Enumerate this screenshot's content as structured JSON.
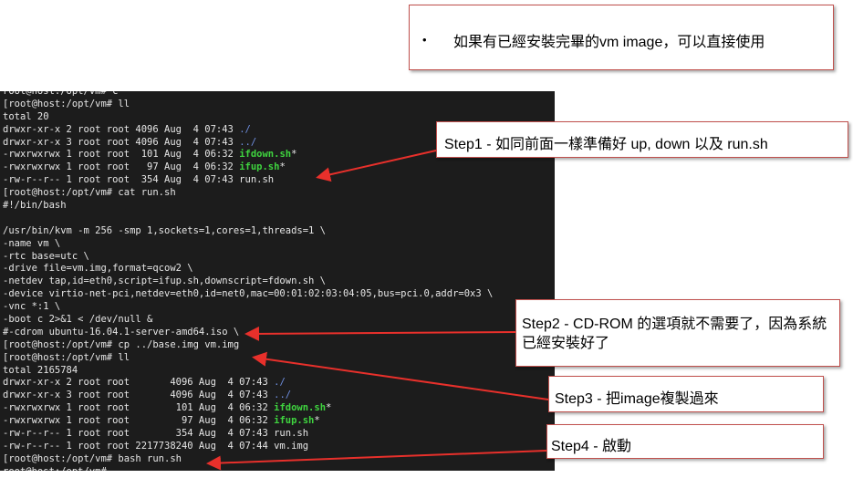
{
  "note": {
    "bullet": "•",
    "text": "如果有已經安裝完畢的vm image，可以直接使用"
  },
  "terminal": {
    "lines": [
      [
        {
          "t": "root@host:/opt/vm# c",
          "c": "plain"
        }
      ],
      [
        {
          "t": "[root@host:/opt/vm# ll",
          "c": "plain"
        }
      ],
      [
        {
          "t": "total 20",
          "c": "plain"
        }
      ],
      [
        {
          "t": "drwxr-xr-x 2 root root 4096 Aug  4 07:43 ",
          "c": "plain"
        },
        {
          "t": "./",
          "c": "dir"
        }
      ],
      [
        {
          "t": "drwxr-xr-x 3 root root 4096 Aug  4 07:43 ",
          "c": "plain"
        },
        {
          "t": "../",
          "c": "dir"
        }
      ],
      [
        {
          "t": "-rwxrwxrwx 1 root root  101 Aug  4 06:32 ",
          "c": "plain"
        },
        {
          "t": "ifdown.sh",
          "c": "exec"
        },
        {
          "t": "*",
          "c": "plain"
        }
      ],
      [
        {
          "t": "-rwxrwxrwx 1 root root   97 Aug  4 06:32 ",
          "c": "plain"
        },
        {
          "t": "ifup.sh",
          "c": "exec"
        },
        {
          "t": "*",
          "c": "plain"
        }
      ],
      [
        {
          "t": "-rw-r--r-- 1 root root  354 Aug  4 07:43 run.sh",
          "c": "plain"
        }
      ],
      [
        {
          "t": "[root@host:/opt/vm# cat run.sh",
          "c": "plain"
        }
      ],
      [
        {
          "t": "#!/bin/bash",
          "c": "plain"
        }
      ],
      [
        {
          "t": "",
          "c": "plain"
        }
      ],
      [
        {
          "t": "/usr/bin/kvm -m 256 -smp 1,sockets=1,cores=1,threads=1 \\",
          "c": "plain"
        }
      ],
      [
        {
          "t": "-name vm \\",
          "c": "plain"
        }
      ],
      [
        {
          "t": "-rtc base=utc \\",
          "c": "plain"
        }
      ],
      [
        {
          "t": "-drive file=vm.img,format=qcow2 \\",
          "c": "plain"
        }
      ],
      [
        {
          "t": "-netdev tap,id=eth0,script=ifup.sh,downscript=fdown.sh \\",
          "c": "plain"
        }
      ],
      [
        {
          "t": "-device virtio-net-pci,netdev=eth0,id=net0,mac=00:01:02:03:04:05,bus=pci.0,addr=0x3 \\",
          "c": "plain"
        }
      ],
      [
        {
          "t": "-vnc *:1 \\",
          "c": "plain"
        }
      ],
      [
        {
          "t": "-boot c 2>&1 < /dev/null &",
          "c": "plain"
        }
      ],
      [
        {
          "t": "#-cdrom ubuntu-16.04.1-server-amd64.iso \\",
          "c": "plain"
        }
      ],
      [
        {
          "t": "[root@host:/opt/vm# cp ../base.img vm.img",
          "c": "plain"
        }
      ],
      [
        {
          "t": "[root@host:/opt/vm# ll",
          "c": "plain"
        }
      ],
      [
        {
          "t": "total 2165784",
          "c": "plain"
        }
      ],
      [
        {
          "t": "drwxr-xr-x 2 root root       4096 Aug  4 07:43 ",
          "c": "plain"
        },
        {
          "t": "./",
          "c": "dir"
        }
      ],
      [
        {
          "t": "drwxr-xr-x 3 root root       4096 Aug  4 07:43 ",
          "c": "plain"
        },
        {
          "t": "../",
          "c": "dir"
        }
      ],
      [
        {
          "t": "-rwxrwxrwx 1 root root        101 Aug  4 06:32 ",
          "c": "plain"
        },
        {
          "t": "ifdown.sh",
          "c": "exec"
        },
        {
          "t": "*",
          "c": "plain"
        }
      ],
      [
        {
          "t": "-rwxrwxrwx 1 root root         97 Aug  4 06:32 ",
          "c": "plain"
        },
        {
          "t": "ifup.sh",
          "c": "exec"
        },
        {
          "t": "*",
          "c": "plain"
        }
      ],
      [
        {
          "t": "-rw-r--r-- 1 root root        354 Aug  4 07:43 run.sh",
          "c": "plain"
        }
      ],
      [
        {
          "t": "-rw-r--r-- 1 root root 2217738240 Aug  4 07:44 vm.img",
          "c": "plain"
        }
      ],
      [
        {
          "t": "[root@host:/opt/vm# bash run.sh",
          "c": "plain"
        }
      ],
      [
        {
          "t": "root@host:/opt/vm#",
          "c": "plain"
        }
      ]
    ]
  },
  "callouts": {
    "step1": "Step1 - 如同前面一樣準備好 up, down 以及 run.sh",
    "step2": "Step2 - CD-ROM 的選項就不需要了，因為系統已經安裝好了",
    "step3": "Step3 - 把image複製過來",
    "step4": "Step4 - 啟動"
  },
  "colors": {
    "arrow": "#e8302b",
    "callout_border": "#c0504d",
    "terminal_bg": "#1c1c1c",
    "dir": "#6f8fe0",
    "exec": "#3fd43f"
  }
}
